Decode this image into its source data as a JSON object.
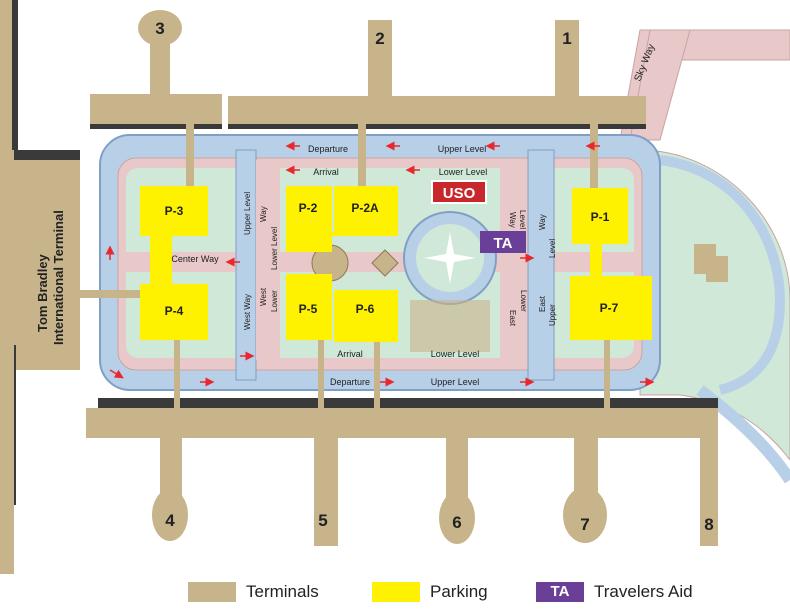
{
  "colors": {
    "terminal": "#c8b48a",
    "terminal_dark": "#3a3a3a",
    "parking": "#fff200",
    "road_blue": "#b8cfe8",
    "road_blue_edge": "#7f9fc4",
    "road_pink": "#e8c8c8",
    "green": "#cfe8d8",
    "uso": "#c8282c",
    "ta": "#6a3f97",
    "arrow": "#e8282c"
  },
  "terminals": {
    "t1": "1",
    "t2": "2",
    "t3": "3",
    "t4": "4",
    "t5": "5",
    "t6": "6",
    "t7": "7",
    "t8": "8",
    "tbit_line1": "Tom Bradley",
    "tbit_line2": "International Terminal"
  },
  "parking": {
    "p1": "P-1",
    "p2": "P-2",
    "p2a": "P-2A",
    "p3": "P-3",
    "p4": "P-4",
    "p5": "P-5",
    "p6": "P-6",
    "p7": "P-7"
  },
  "badges": {
    "uso": "USO",
    "ta": "TA"
  },
  "roads": {
    "departure_top": "Departure",
    "upper_level_top": "Upper Level",
    "arrival_top": "Arrival",
    "lower_level_top": "Lower Level",
    "arrival_bottom": "Arrival",
    "lower_level_bottom": "Lower Level",
    "departure_bottom": "Departure",
    "upper_level_bottom": "Upper Level",
    "center_way": "Center Way",
    "upper_level_left": "Upper Level",
    "way_left": "Way",
    "lower_level_left": "Lower Level",
    "west_way": "West Way",
    "west_lower": "West",
    "lower_left2": "Lower",
    "east_lower": "East",
    "lower_right": "Lower",
    "way_right_top": "Way",
    "level_right_top": "Level",
    "way_east": "Way",
    "east_upper": "East",
    "upper_right": "Upper",
    "level_right": "Level",
    "sky_way": "Sky Way"
  },
  "legend": {
    "terminals": "Terminals",
    "parking": "Parking",
    "ta": "TA",
    "travelers_aid": "Travelers Aid"
  }
}
